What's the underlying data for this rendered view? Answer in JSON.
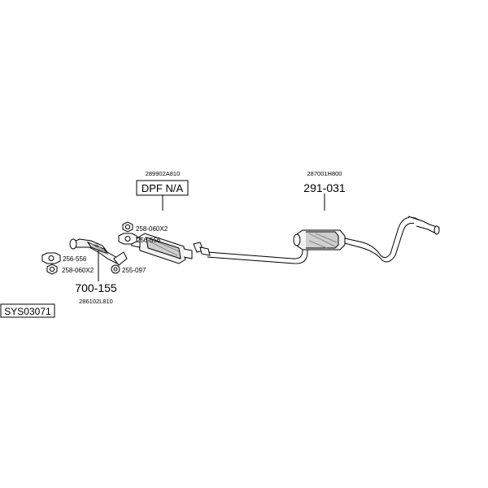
{
  "diagram": {
    "system_code": "SYS03071",
    "parts": {
      "dpf": {
        "oem": "289902A810",
        "label": "DPF N/A"
      },
      "rear_silencer": {
        "oem": "287001H800",
        "label": "291-031"
      },
      "front_pipe": {
        "oem": "286102L810",
        "label": "700-155"
      }
    },
    "fittings": {
      "upper_nut": "258-060X2",
      "upper_gasket": "256-556",
      "lower_gasket": "256-556",
      "lower_nut": "258-060X2",
      "clamp": "255-097"
    }
  },
  "colors": {
    "line": "#000000",
    "part_fill": "#f2f2f2",
    "part_shade": "#cfcfcf",
    "background": "#ffffff"
  }
}
